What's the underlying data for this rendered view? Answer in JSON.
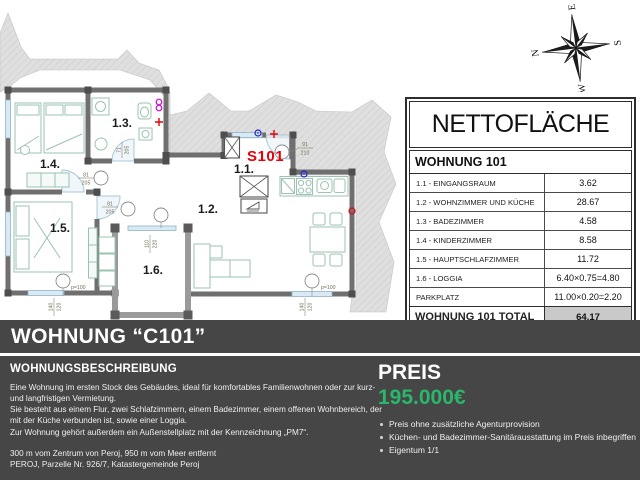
{
  "plan": {
    "unit_label": "S101",
    "room_labels": {
      "r11": "1.1.",
      "r12": "1.2.",
      "r13": "1.3.",
      "r14": "1.4.",
      "r15": "1.5.",
      "r16": "1.6."
    },
    "dimensions": {
      "bath_door": {
        "num": "71",
        "den": "205"
      },
      "bedroom14_door": {
        "num": "81",
        "den": "205"
      },
      "bedroom15_door": {
        "num": "81",
        "den": "205"
      },
      "entrance_door": {
        "num": "91",
        "den": "210"
      },
      "loggia_door": {
        "num": "110",
        "den": "220"
      },
      "window_left": {
        "num": "140",
        "den": "120"
      },
      "window_right": {
        "num": "140",
        "den": "120"
      },
      "parapet_left": "p=100",
      "parapet_right": "p=100"
    },
    "colors": {
      "unit_label_red": "#e8000b",
      "furniture_teal": "#9cc3b1",
      "hatch_gray": "#dfdfdf"
    }
  },
  "compass": {
    "n": "N",
    "e": "E",
    "s": "S",
    "w": "W"
  },
  "area_table": {
    "title": "NETTOFLÄCHE",
    "section_header": "WOHNUNG 101",
    "rows": [
      {
        "label": "1.1 - EINGANGSRAUM",
        "value": "3.62"
      },
      {
        "label": "1.2 - WOHNZIMMER UND KÜCHE",
        "value": "28.67"
      },
      {
        "label": "1.3 - BADEZIMMER",
        "value": "4.58"
      },
      {
        "label": "1.4 - KINDERZIMMER",
        "value": "8.58"
      },
      {
        "label": "1.5 - HAUPTSCHLAFZIMMER",
        "value": "11.72"
      },
      {
        "label": "1.6 - LOGGIA",
        "value": "6.40×0.75=4.80"
      },
      {
        "label": "PARKPLATZ",
        "value": "11.00×0.20=2.20"
      }
    ],
    "total": {
      "label": "WOHNUNG 101 TOTAL",
      "value": "64.17"
    }
  },
  "banner": {
    "title": "WOHNUNG “C101”"
  },
  "description": {
    "heading": "WOHNUNGSBESCHREIBUNG",
    "paragraphs": [
      "Eine Wohnung im ersten Stock des Gebäudes, ideal für komfortables Familienwohnen oder zur kurz- und langfristigen Vermietung.",
      "Sie besteht aus einem Flur, zwei Schlafzimmern, einem Badezimmer, einem offenen Wohnbereich, der mit der Küche verbunden ist, sowie einer Loggia.",
      "Zur Wohnung gehört außerdem ein Außenstellplatz mit der Kennzeichnung „PM7“."
    ],
    "location_lines": [
      "300 m vom Zentrum von Peroj, 950 m vom Meer entfernt",
      "PEROJ, Parzelle Nr. 926/7, Katastergemeinde Peroj"
    ]
  },
  "price": {
    "heading": "PREIS",
    "amount": "195.000€",
    "amount_color": "#2ab66b",
    "bullets": [
      "Preis ohne zusätzliche Agenturprovision",
      "Küchen- und Badezimmer-Sanitärausstattung im Preis inbegriffen",
      "Eigentum 1/1"
    ]
  }
}
